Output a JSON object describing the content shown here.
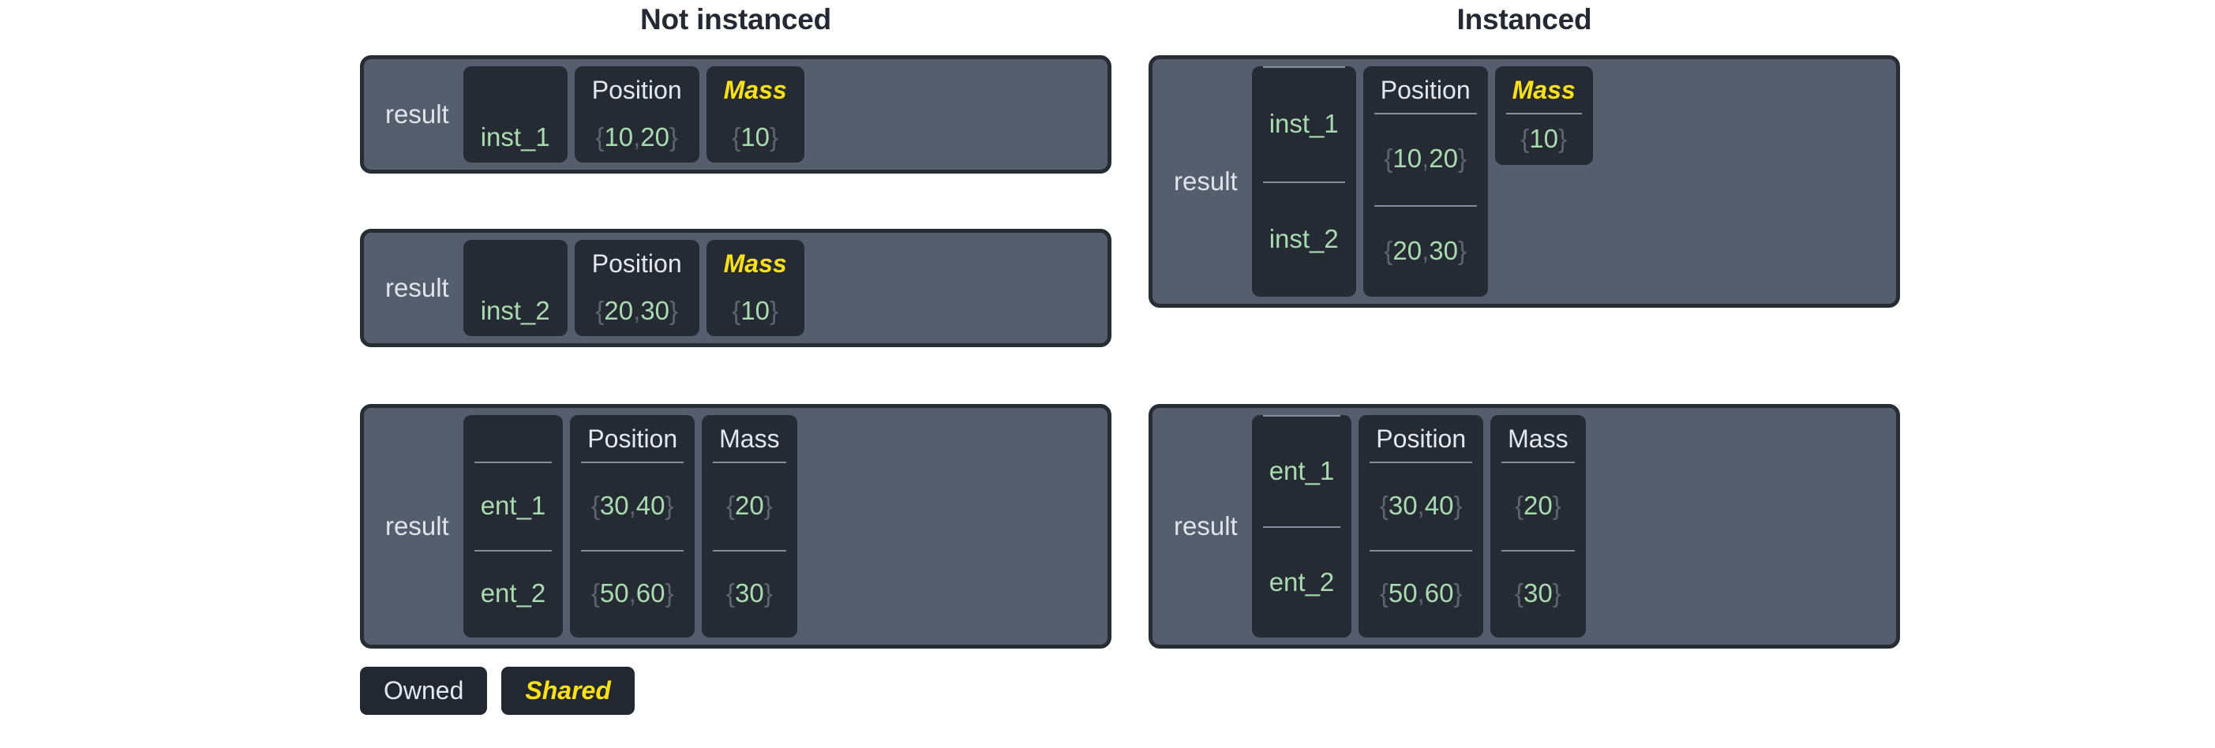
{
  "panels": [
    {
      "key": "not_instanced",
      "title": "Not instanced"
    },
    {
      "key": "instanced",
      "title": "Instanced"
    }
  ],
  "labels": {
    "result": "result",
    "blank_header": "",
    "position_header": "Position",
    "mass_header": "Mass"
  },
  "legend": {
    "owned": "Owned",
    "shared": "Shared"
  },
  "colors": {
    "page_background": "#ffffff",
    "title_text": "#252933",
    "block_fill": "#565e6e",
    "block_border": "#282c33",
    "column_fill": "#262a33",
    "rule": "#868e9b",
    "owned_text": "#e3e7ee",
    "shared_text": "#ffe215",
    "value_text": "#a8dbb0",
    "brace_text": "#5c6470"
  },
  "not_instanced": {
    "blocks": [
      {
        "result": "result",
        "columns": [
          {
            "header": "",
            "ownership": "owned",
            "values": [
              "inst_1"
            ]
          },
          {
            "header": "Position",
            "ownership": "owned",
            "values": [
              "{10, 20}"
            ]
          },
          {
            "header": "Mass",
            "ownership": "shared",
            "values": [
              "{10}"
            ]
          }
        ]
      },
      {
        "result": "result",
        "columns": [
          {
            "header": "",
            "ownership": "owned",
            "values": [
              "inst_2"
            ]
          },
          {
            "header": "Position",
            "ownership": "owned",
            "values": [
              "{20, 30}"
            ]
          },
          {
            "header": "Mass",
            "ownership": "shared",
            "values": [
              "{10}"
            ]
          }
        ]
      },
      {
        "result": "result",
        "columns": [
          {
            "header": "",
            "ownership": "owned",
            "values": [
              "ent_1",
              "ent_2"
            ]
          },
          {
            "header": "Position",
            "ownership": "owned",
            "values": [
              "{30, 40}",
              "{50, 60}"
            ]
          },
          {
            "header": "Mass",
            "ownership": "owned",
            "values": [
              "{20}",
              "{30}"
            ]
          }
        ]
      }
    ]
  },
  "instanced": {
    "blocks": [
      {
        "result": "result",
        "columns": [
          {
            "header": "",
            "ownership": "owned",
            "values": [
              "inst_1",
              "inst_2"
            ],
            "no_header": true
          },
          {
            "header": "Position",
            "ownership": "owned",
            "values": [
              "{10, 20}",
              "{20, 30}"
            ]
          },
          {
            "header": "Mass",
            "ownership": "shared",
            "values": [
              "{10}"
            ],
            "short": true
          }
        ]
      },
      {
        "result": "result",
        "columns": [
          {
            "header": "",
            "ownership": "owned",
            "values": [
              "ent_1",
              "ent_2"
            ],
            "no_header": true
          },
          {
            "header": "Position",
            "ownership": "owned",
            "values": [
              "{30, 40}",
              "{50, 60}"
            ]
          },
          {
            "header": "Mass",
            "ownership": "owned",
            "values": [
              "{20}",
              "{30}"
            ]
          }
        ]
      }
    ]
  }
}
